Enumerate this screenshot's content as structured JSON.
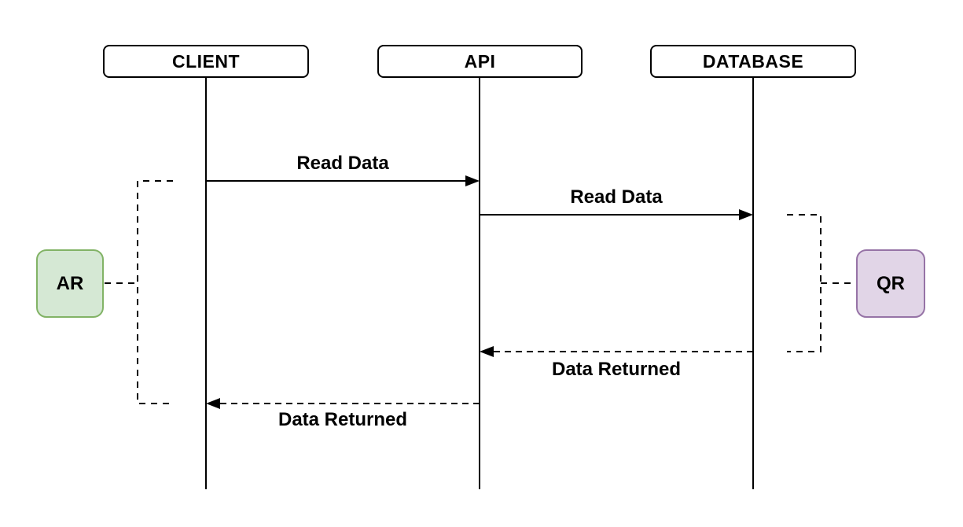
{
  "diagram": {
    "type": "sequence",
    "actors": [
      {
        "label": "CLIENT"
      },
      {
        "label": "API"
      },
      {
        "label": "DATABASE"
      }
    ],
    "messages": [
      {
        "from": "CLIENT",
        "to": "API",
        "label": "Read Data",
        "line": "solid"
      },
      {
        "from": "API",
        "to": "DATABASE",
        "label": "Read Data",
        "line": "solid"
      },
      {
        "from": "DATABASE",
        "to": "API",
        "label": "Data Returned",
        "line": "dashed"
      },
      {
        "from": "API",
        "to": "CLIENT",
        "label": "Data Returned",
        "line": "dashed"
      }
    ],
    "annotations": [
      {
        "label": "AR",
        "fill": "#d5e8d4",
        "border": "#82b366",
        "attached_to": "CLIENT"
      },
      {
        "label": "QR",
        "fill": "#e1d5e7",
        "border": "#9673a6",
        "attached_to": "DATABASE"
      }
    ],
    "colors": {
      "line": "#000000",
      "background": "#ffffff"
    }
  }
}
